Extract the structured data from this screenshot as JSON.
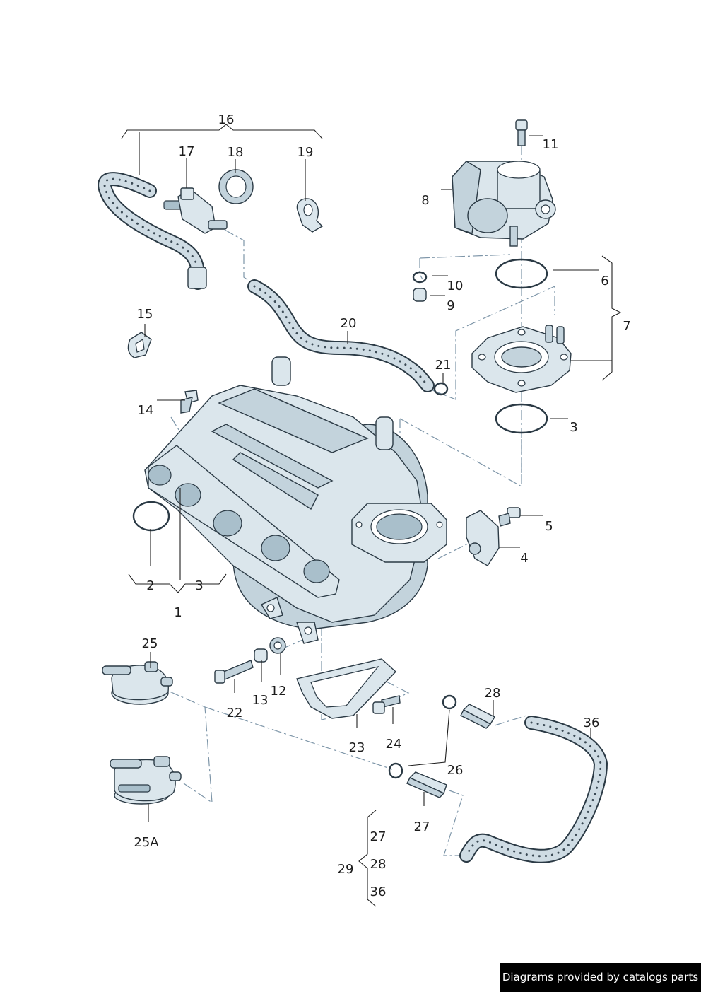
{
  "callouts": {
    "c1": "1",
    "c2": "2",
    "c3a": "3",
    "c3b": "3",
    "c4": "4",
    "c5": "5",
    "c6": "6",
    "c7": "7",
    "c8": "8",
    "c9": "9",
    "c10": "10",
    "c11": "11",
    "c12": "12",
    "c13": "13",
    "c14": "14",
    "c15": "15",
    "c16": "16",
    "c17": "17",
    "c18": "18",
    "c19": "19",
    "c20": "20",
    "c21": "21",
    "c22": "22",
    "c23": "23",
    "c24": "24",
    "c25": "25",
    "c25a": "25A",
    "c26": "26",
    "c27a": "27",
    "c27b": "27",
    "c28a": "28",
    "c28b": "28",
    "c29": "29",
    "c36a": "36",
    "c36b": "36"
  },
  "watermark": "Diagrams provided by catalogs parts"
}
